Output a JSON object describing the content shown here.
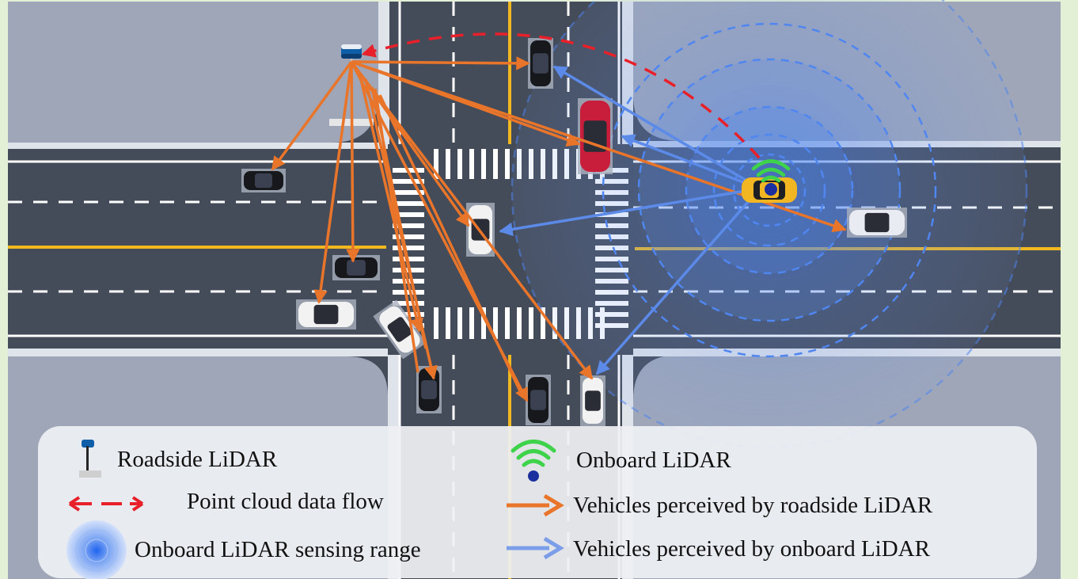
{
  "colors": {
    "background": "#e4f0d6",
    "block": "#9ea6b8",
    "road": "#444b59",
    "lane_marking": "#ffffff",
    "center_line": "#f1b81f",
    "roadside_arrow": "#e8752a",
    "onboard_arrow": "#5b8ae8",
    "data_flow": "#e8202a",
    "sensing_range": "#4f86f0",
    "wifi": "#3fd24b",
    "legend_panel": "#eef0f3"
  },
  "icons": {
    "roadside_lidar": "roadside-lidar-icon",
    "onboard_lidar": "wifi-icon",
    "data_flow": "dashed-double-arrow-icon",
    "sensing_range": "concentric-circles-icon"
  },
  "legend": {
    "roadside_lidar": "Roadside LiDAR",
    "point_cloud_flow": "Point cloud data flow",
    "sensing_range": "Onboard LiDAR sensing range",
    "onboard_lidar": "Onboard LiDAR",
    "perceived_roadside": "Vehicles perceived by roadside LiDAR",
    "perceived_onboard": "Vehicles perceived by onboard LiDAR"
  }
}
